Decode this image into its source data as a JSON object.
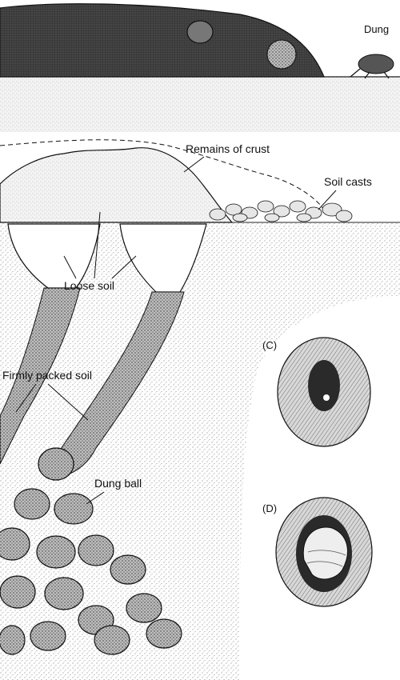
{
  "diagram": {
    "panels": [
      {
        "id": "C",
        "label": "(C)"
      },
      {
        "id": "D",
        "label": "(D)"
      }
    ],
    "labels": {
      "dung_top": "Dung",
      "remains_of_crust": "Remains of crust",
      "soil_casts": "Soil casts",
      "loose_soil": "Loose soil",
      "firmly_packed_soil": "Firmly packed soil",
      "dung_ball": "Dung ball"
    }
  }
}
